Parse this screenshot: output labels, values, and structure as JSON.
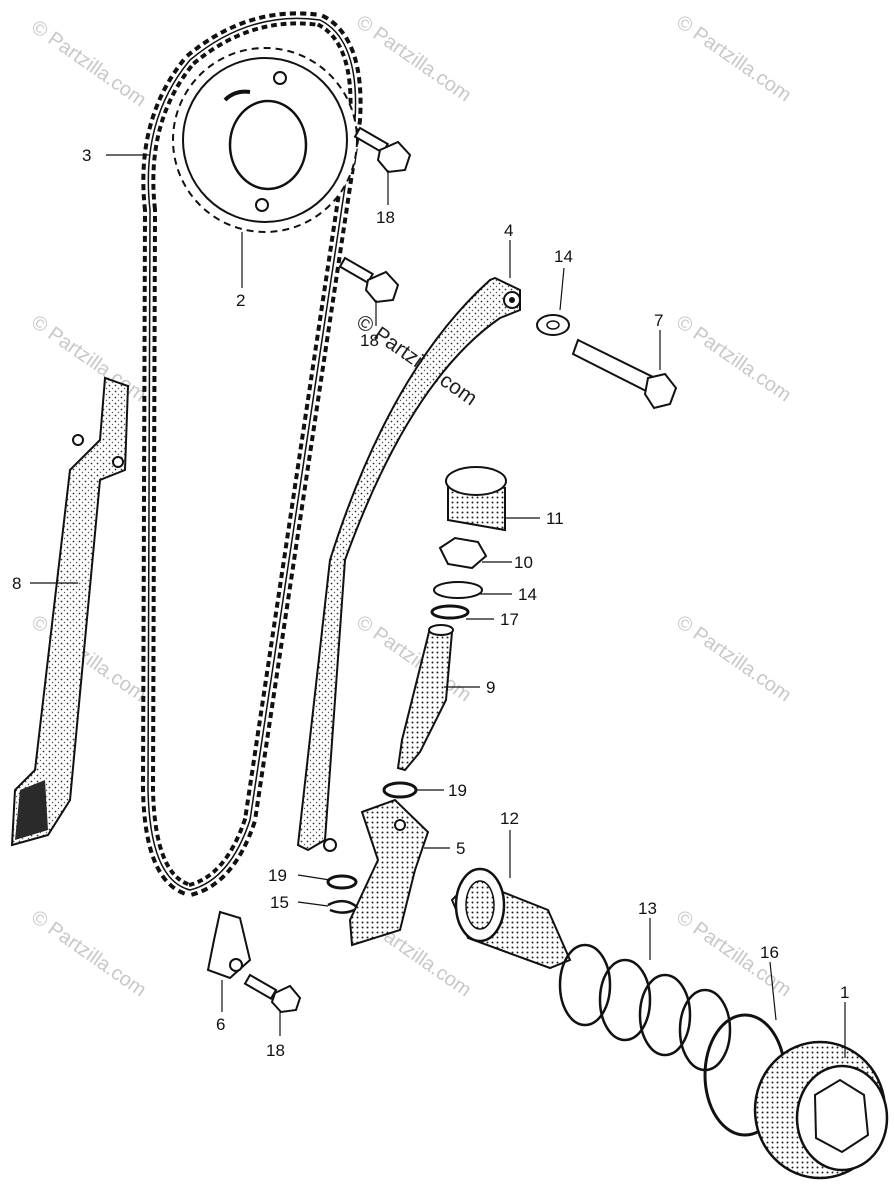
{
  "watermark": "© Partzilla.com",
  "callouts": {
    "c1": "1",
    "c2": "2",
    "c3": "3",
    "c4": "4",
    "c5": "5",
    "c6": "6",
    "c7": "7",
    "c8": "8",
    "c9": "9",
    "c10": "10",
    "c11": "11",
    "c12": "12",
    "c13": "13",
    "c14a": "14",
    "c14b": "14",
    "c15": "15",
    "c16": "16",
    "c17": "17",
    "c18a": "18",
    "c18b": "18",
    "c18c": "18",
    "c19a": "19",
    "c19b": "19"
  }
}
